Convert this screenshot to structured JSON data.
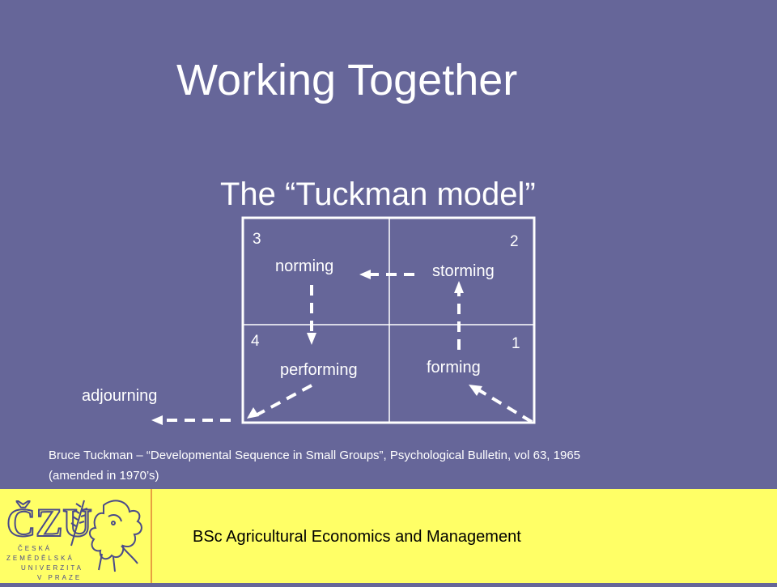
{
  "title": "Working Together",
  "subtitle": "The “Tuckman model”",
  "diagram": {
    "stages": [
      {
        "number": "1",
        "label": "forming"
      },
      {
        "number": "2",
        "label": "storming"
      },
      {
        "number": "3",
        "label": "norming"
      },
      {
        "number": "4",
        "label": "performing"
      }
    ],
    "exit_label": "adjourning"
  },
  "citation": {
    "line1": "Bruce Tuckman – “Developmental Sequence in Small Groups”, Psychological Bulletin, vol 63, 1965",
    "line2": "(amended in 1970’s)"
  },
  "footer": {
    "text": "BSc Agricultural Economics and Management",
    "logo": {
      "letters": "ČZU",
      "line1": "ČESKÁ",
      "line2": "ZEMĚDĚLSKÁ",
      "line3": "UNIVERZITA",
      "line4": "V PRAZE"
    }
  },
  "colors": {
    "background": "#666699",
    "footer": "#ffff66",
    "text": "#ffffff",
    "logo": "#4a4a8a"
  }
}
